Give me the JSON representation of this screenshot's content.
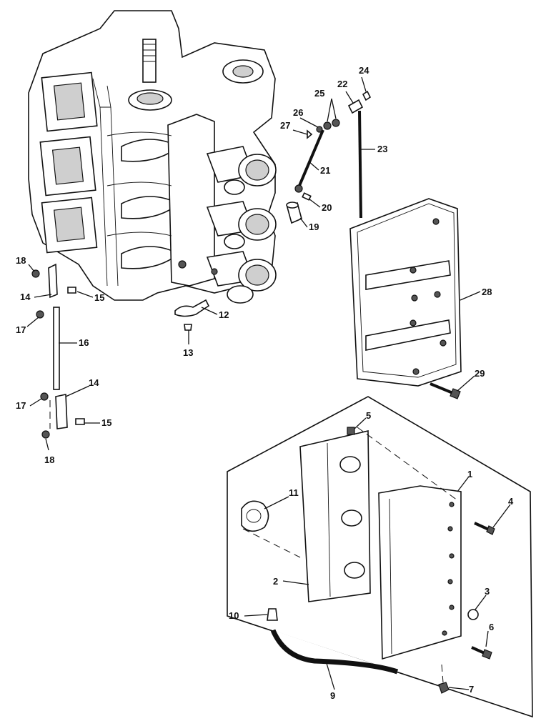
{
  "callouts": [
    "1",
    "2",
    "3",
    "4",
    "5",
    "6",
    "7",
    "9",
    "10",
    "11",
    "12",
    "13",
    "14",
    "15",
    "16",
    "17",
    "18",
    "19",
    "20",
    "21",
    "22",
    "23",
    "24",
    "25",
    "26",
    "27",
    "28",
    "29"
  ]
}
